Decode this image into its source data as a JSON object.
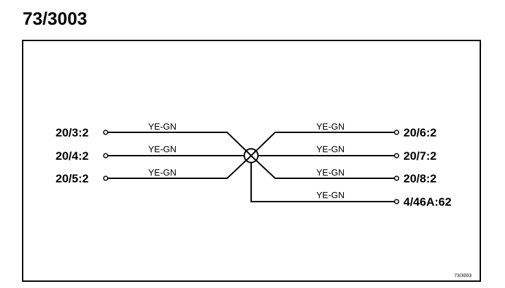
{
  "title": "73/3003",
  "diagram_code": "73/3003",
  "splice": {
    "name": "splice-junction"
  },
  "left_terminals": [
    {
      "label": "20/3:2",
      "wire": "YE-GN"
    },
    {
      "label": "20/4:2",
      "wire": "YE-GN"
    },
    {
      "label": "20/5:2",
      "wire": "YE-GN"
    }
  ],
  "right_terminals": [
    {
      "label": "20/6:2",
      "wire": "YE-GN"
    },
    {
      "label": "20/7:2",
      "wire": "YE-GN"
    },
    {
      "label": "20/8:2",
      "wire": "YE-GN"
    },
    {
      "label": "4/46A:62",
      "wire": "YE-GN"
    }
  ]
}
